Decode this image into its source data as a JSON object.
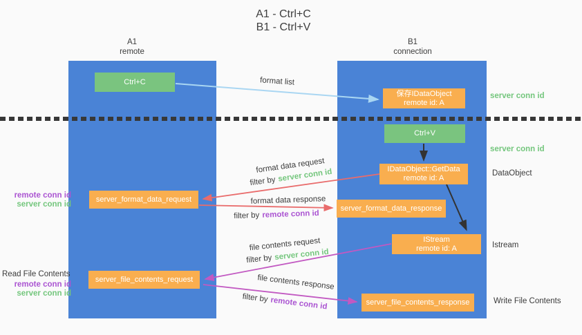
{
  "palette": {
    "background": "#fafafa",
    "column_blue": "#4a83d6",
    "box_green": "#7ac47f",
    "box_orange": "#f9ae4f",
    "arrow_light_blue": "#a9d6f2",
    "arrow_red": "#e96c6c",
    "arrow_magenta": "#c259c2",
    "arrow_black": "#333333",
    "text_green": "#74c67d",
    "text_purple": "#ab55d2",
    "text_dark": "#3b3b3b"
  },
  "title": {
    "line1": "A1 - Ctrl+C",
    "line2": "B1 - Ctrl+V"
  },
  "columns": {
    "a": {
      "id": "A1",
      "name": "remote"
    },
    "b": {
      "id": "B1",
      "name": "connection"
    }
  },
  "nodes": {
    "ctrl_c": "Ctrl+C",
    "ctrl_v": "Ctrl+V",
    "save_dataobject": {
      "line1": "保存IDataObject",
      "line2": "remote id: A"
    },
    "getdata": {
      "line1": "IDataObject::GetData",
      "line2": "remote id: A"
    },
    "istream": {
      "line1": "IStream",
      "line2": "remote id: A"
    },
    "format_request": "server_format_data_request",
    "format_response": "server_format_data_response",
    "file_request": "server_file_contents_request",
    "file_response": "server_file_contents_response"
  },
  "labels": {
    "format_list": "format list",
    "filter_by": "filter by",
    "server_conn_id": "server conn id",
    "remote_conn_id": "remote conn id",
    "format_data_request": "format data request",
    "format_data_response": "format data response",
    "file_contents_request": "file contents request",
    "file_contents_response": "file contents response",
    "dataobject": "DataObject",
    "istream": "Istream",
    "write_file_contents": "Write File Contents",
    "read_file_contents": "Read File Contents"
  }
}
